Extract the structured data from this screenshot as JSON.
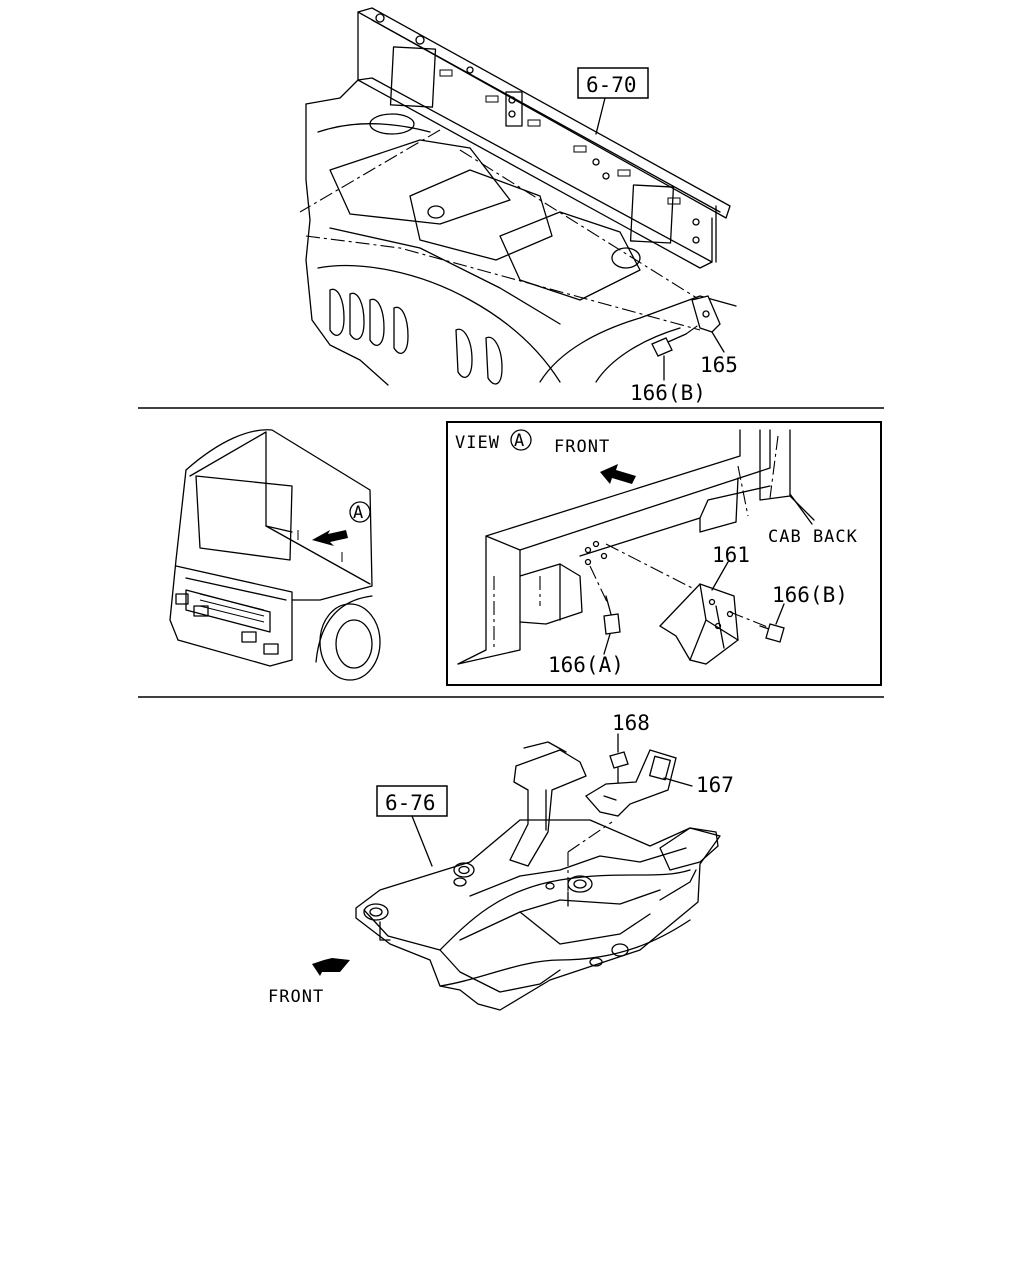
{
  "top_section": {
    "ref_label": "6-70",
    "callouts": [
      "165",
      "166(B)"
    ]
  },
  "middle_section": {
    "view_marker": "A",
    "view_label": "VIEW",
    "front_label": "FRONT",
    "cab_back_label": "CAB BACK",
    "callouts": [
      "161",
      "166(B)",
      "166(A)"
    ]
  },
  "bottom_section": {
    "ref_label": "6-76",
    "front_label": "FRONT",
    "callouts": [
      "168",
      "167"
    ]
  }
}
